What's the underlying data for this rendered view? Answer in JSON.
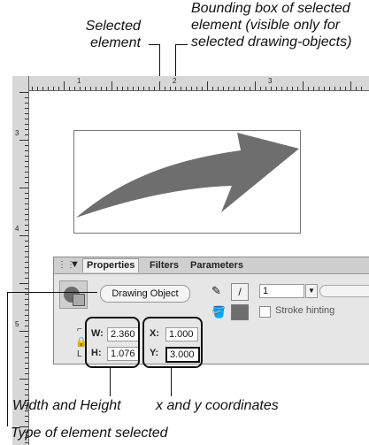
{
  "callouts": {
    "selected_element": [
      "Selected",
      "element"
    ],
    "bounding_box": [
      "Bounding box of selected",
      "element (visible only for",
      "selected drawing-objects)"
    ],
    "width_height": "Width and Height",
    "xy": "x and y coordinates",
    "type": "Type of element selected"
  },
  "ruler": {
    "top_numbers": [
      "1",
      "2",
      "3"
    ],
    "left_numbers": [
      "3",
      "4",
      "5"
    ]
  },
  "panel": {
    "tabs": [
      "Properties",
      "Filters",
      "Parameters"
    ],
    "element_type": "Drawing Object",
    "stroke_value": "1",
    "stroke_hinting": "Stroke hinting",
    "w_label": "W:",
    "w_value": "2.360",
    "h_label": "H:",
    "h_value": "1.076",
    "x_label": "X:",
    "x_value": "1.000",
    "y_label": "Y:",
    "y_value": "3.000"
  },
  "colors": {
    "arrow": "#6e6e6e",
    "panel": "#e6e6e6",
    "ruler": "#d7d7d7"
  }
}
